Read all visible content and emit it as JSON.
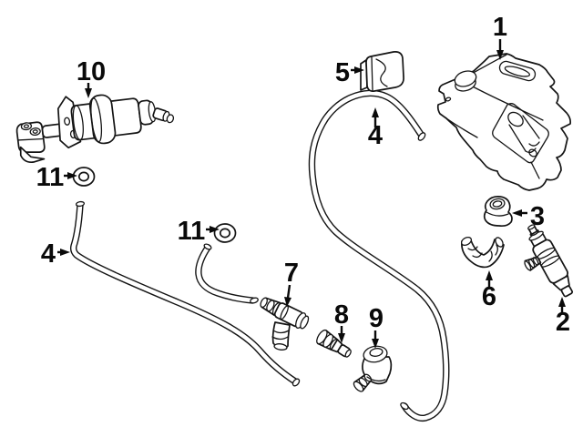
{
  "diagram": {
    "type": "exploded-parts-line-drawing",
    "subject": "windshield-headlamp-washer-system-components",
    "background_color": "#ffffff",
    "line_color": "#141414",
    "label_color": "#0a0a0a",
    "callouts": {
      "n1": {
        "label": "1"
      },
      "n2": {
        "label": "2"
      },
      "n3": {
        "label": "3"
      },
      "n4_left": {
        "label": "4"
      },
      "n4_center": {
        "label": "4"
      },
      "n5": {
        "label": "5"
      },
      "n6": {
        "label": "6"
      },
      "n7": {
        "label": "7"
      },
      "n8": {
        "label": "8"
      },
      "n9": {
        "label": "9"
      },
      "n10": {
        "label": "10"
      },
      "n11_left": {
        "label": "11"
      },
      "n11_center": {
        "label": "11"
      }
    }
  }
}
